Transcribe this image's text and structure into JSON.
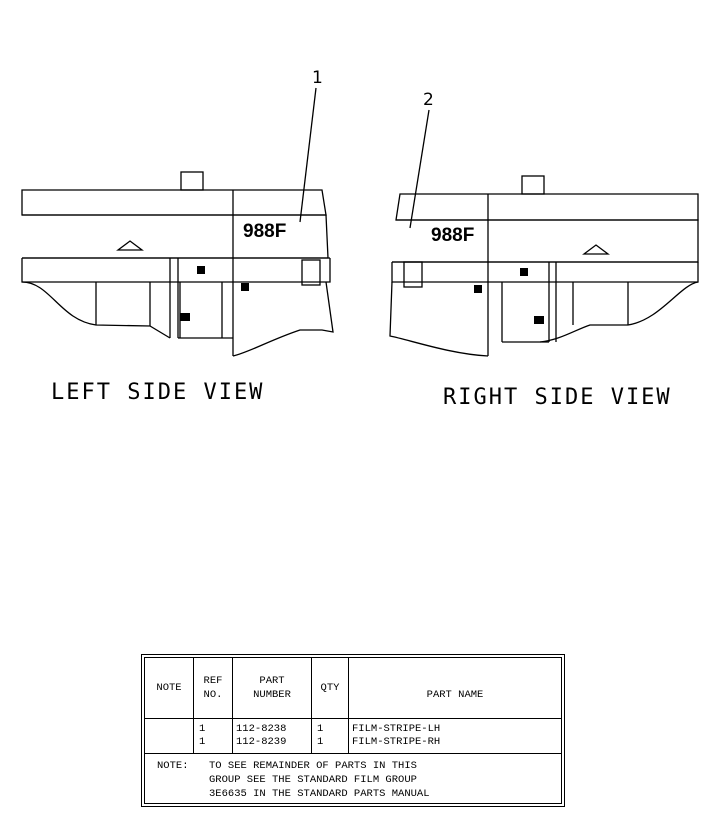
{
  "callouts": {
    "ref1": "1",
    "ref2": "2"
  },
  "left_view": {
    "model": "988F",
    "label": "LEFT SIDE VIEW"
  },
  "right_view": {
    "model": "988F",
    "label": "RIGHT SIDE VIEW"
  },
  "parts_table": {
    "headers": {
      "note": "NOTE",
      "ref_no_line1": "REF",
      "ref_no_line2": "NO.",
      "part_number_line1": "PART",
      "part_number_line2": "NUMBER",
      "qty": "QTY",
      "part_name": "PART NAME"
    },
    "rows": [
      {
        "note": "",
        "ref": "1",
        "part_number": "112-8238",
        "qty": "1",
        "part_name": "FILM-STRIPE-LH"
      },
      {
        "note": "",
        "ref": "1",
        "part_number": "112-8239",
        "qty": "1",
        "part_name": "FILM-STRIPE-RH"
      }
    ],
    "note_label": "NOTE:",
    "note_lines": [
      "TO SEE REMAINDER OF PARTS IN THIS",
      "GROUP SEE THE STANDARD FILM GROUP",
      "3E6635 IN THE STANDARD PARTS MANUAL"
    ]
  }
}
